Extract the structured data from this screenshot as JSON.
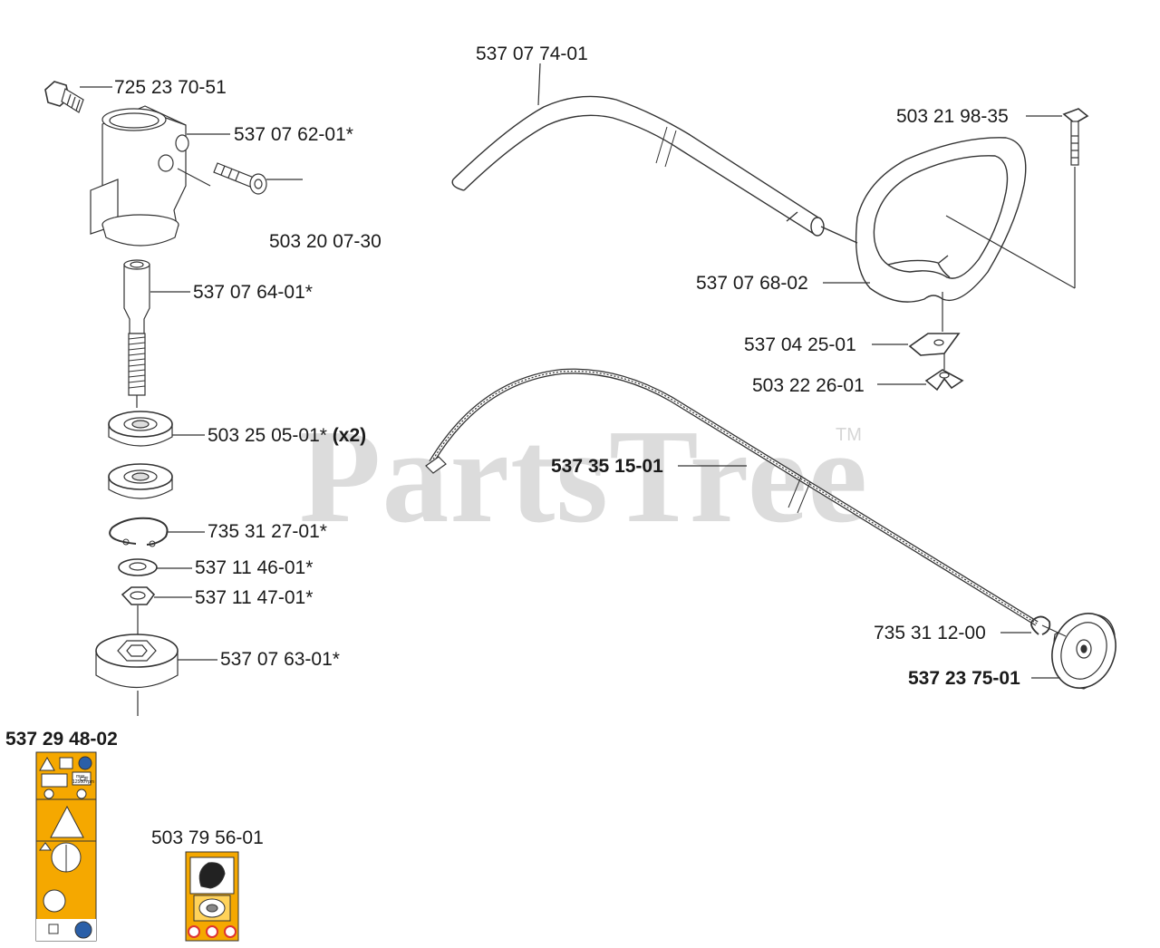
{
  "watermark": {
    "text": "PartsTree",
    "tm": "TM"
  },
  "parts": {
    "bolt": "725 23 70-51",
    "clamp_screw": "537 07 62-01*",
    "gear_housing": "503 20 07-30",
    "shaft": "537 07 64-01*",
    "bearing": "503 25 05-01*",
    "bearing_qty": "(x2)",
    "circlip": "735 31 27-01*",
    "washer": "537 11 46-01*",
    "nut": "537 11 47-01*",
    "drive_disc": "537 07 63-01*",
    "decal_main": "537 29 48-02",
    "decal_small": "503 79 56-01",
    "tube": "537 07 74-01",
    "handle_bolt": "503 21 98-35",
    "handle": "537 07 68-02",
    "handle_bracket": "537 04 25-01",
    "wing_nut": "503 22 26-01",
    "drive_cable": "537 35 15-01",
    "retaining_clip": "735 31 12-00",
    "clutch_drum": "537 23 75-01"
  },
  "decal_text": {
    "max_rpm_line1": "max",
    "max_rpm_line2": "12500 rpm",
    "ce": "CE"
  },
  "colors": {
    "decal_orange": "#f5a800",
    "line": "#333333",
    "watermark": "#dcdcdc"
  }
}
